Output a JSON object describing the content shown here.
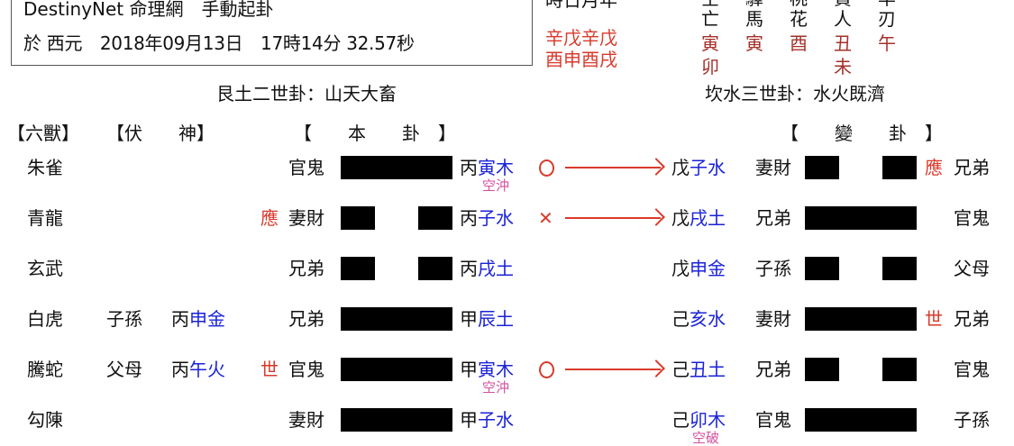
{
  "header": {
    "line1": "DestinyNet 命理網　手動起卦",
    "line2": "於 西元　2018年09月13日　17時14分 32.57秒"
  },
  "pillars": {
    "labels": "時日月年",
    "stems": "辛戊辛戊",
    "branches": "酉申酉戌"
  },
  "shensha": [
    {
      "top": "空",
      "name": "亡",
      "b1": "寅",
      "b2": "卯"
    },
    {
      "top": "驛",
      "name": "馬",
      "b1": "寅",
      "b2": ""
    },
    {
      "top": "桃",
      "name": "花",
      "b1": "酉",
      "b2": ""
    },
    {
      "top": "貴",
      "name": "人",
      "b1": "丑",
      "b2": "未"
    },
    {
      "top": "羊",
      "name": "刃",
      "b1": "午",
      "b2": ""
    }
  ],
  "base_name": "艮土二世卦：山天大畜",
  "changed_name": "坎水三世卦：水火既濟",
  "col_headers": {
    "beasts": "【六獸】",
    "hidden": "【伏　　神】",
    "base": "【　　本　　卦　】",
    "changed": "【　　變　　卦　】"
  },
  "colors": {
    "red": "#d93a2b",
    "blue": "#1a22d8",
    "pink": "#d44fa0"
  },
  "rows": [
    {
      "beast": "朱雀",
      "fu_rel": "",
      "fu_stem": "",
      "fu_branch": "",
      "sy": "",
      "rel": "官鬼",
      "line": "yang",
      "stem": "丙",
      "branch": "寅木",
      "note": "空沖",
      "mark": "circle",
      "c_stem": "戊",
      "c_branch": "子水",
      "c_note": "",
      "c_rel": "妻財",
      "c_line": "yin",
      "c_sy": "應",
      "c_rel2": "兄弟"
    },
    {
      "beast": "青龍",
      "fu_rel": "",
      "fu_stem": "",
      "fu_branch": "",
      "sy": "應",
      "rel": "妻財",
      "line": "yin",
      "stem": "丙",
      "branch": "子水",
      "note": "",
      "mark": "cross",
      "c_stem": "戊",
      "c_branch": "戌土",
      "c_note": "",
      "c_rel": "兄弟",
      "c_line": "yang",
      "c_sy": "",
      "c_rel2": "官鬼"
    },
    {
      "beast": "玄武",
      "fu_rel": "",
      "fu_stem": "",
      "fu_branch": "",
      "sy": "",
      "rel": "兄弟",
      "line": "yin",
      "stem": "丙",
      "branch": "戌土",
      "note": "",
      "mark": "",
      "c_stem": "戊",
      "c_branch": "申金",
      "c_note": "",
      "c_rel": "子孫",
      "c_line": "yin",
      "c_sy": "",
      "c_rel2": "父母"
    },
    {
      "beast": "白虎",
      "fu_rel": "子孫",
      "fu_stem": "丙",
      "fu_branch": "申金",
      "sy": "",
      "rel": "兄弟",
      "line": "yang",
      "stem": "甲",
      "branch": "辰土",
      "note": "",
      "mark": "",
      "c_stem": "己",
      "c_branch": "亥水",
      "c_note": "",
      "c_rel": "妻財",
      "c_line": "yang",
      "c_sy": "世",
      "c_rel2": "兄弟"
    },
    {
      "beast": "騰蛇",
      "fu_rel": "父母",
      "fu_stem": "丙",
      "fu_branch": "午火",
      "sy": "世",
      "rel": "官鬼",
      "line": "yang",
      "stem": "甲",
      "branch": "寅木",
      "note": "空沖",
      "mark": "circle",
      "c_stem": "己",
      "c_branch": "丑土",
      "c_note": "",
      "c_rel": "兄弟",
      "c_line": "yin",
      "c_sy": "",
      "c_rel2": "官鬼"
    },
    {
      "beast": "勾陳",
      "fu_rel": "",
      "fu_stem": "",
      "fu_branch": "",
      "sy": "",
      "rel": "妻財",
      "line": "yang",
      "stem": "甲",
      "branch": "子水",
      "note": "",
      "mark": "",
      "c_stem": "己",
      "c_branch": "卯木",
      "c_note": "空破",
      "c_rel": "官鬼",
      "c_line": "yang",
      "c_sy": "",
      "c_rel2": "子孫"
    }
  ]
}
